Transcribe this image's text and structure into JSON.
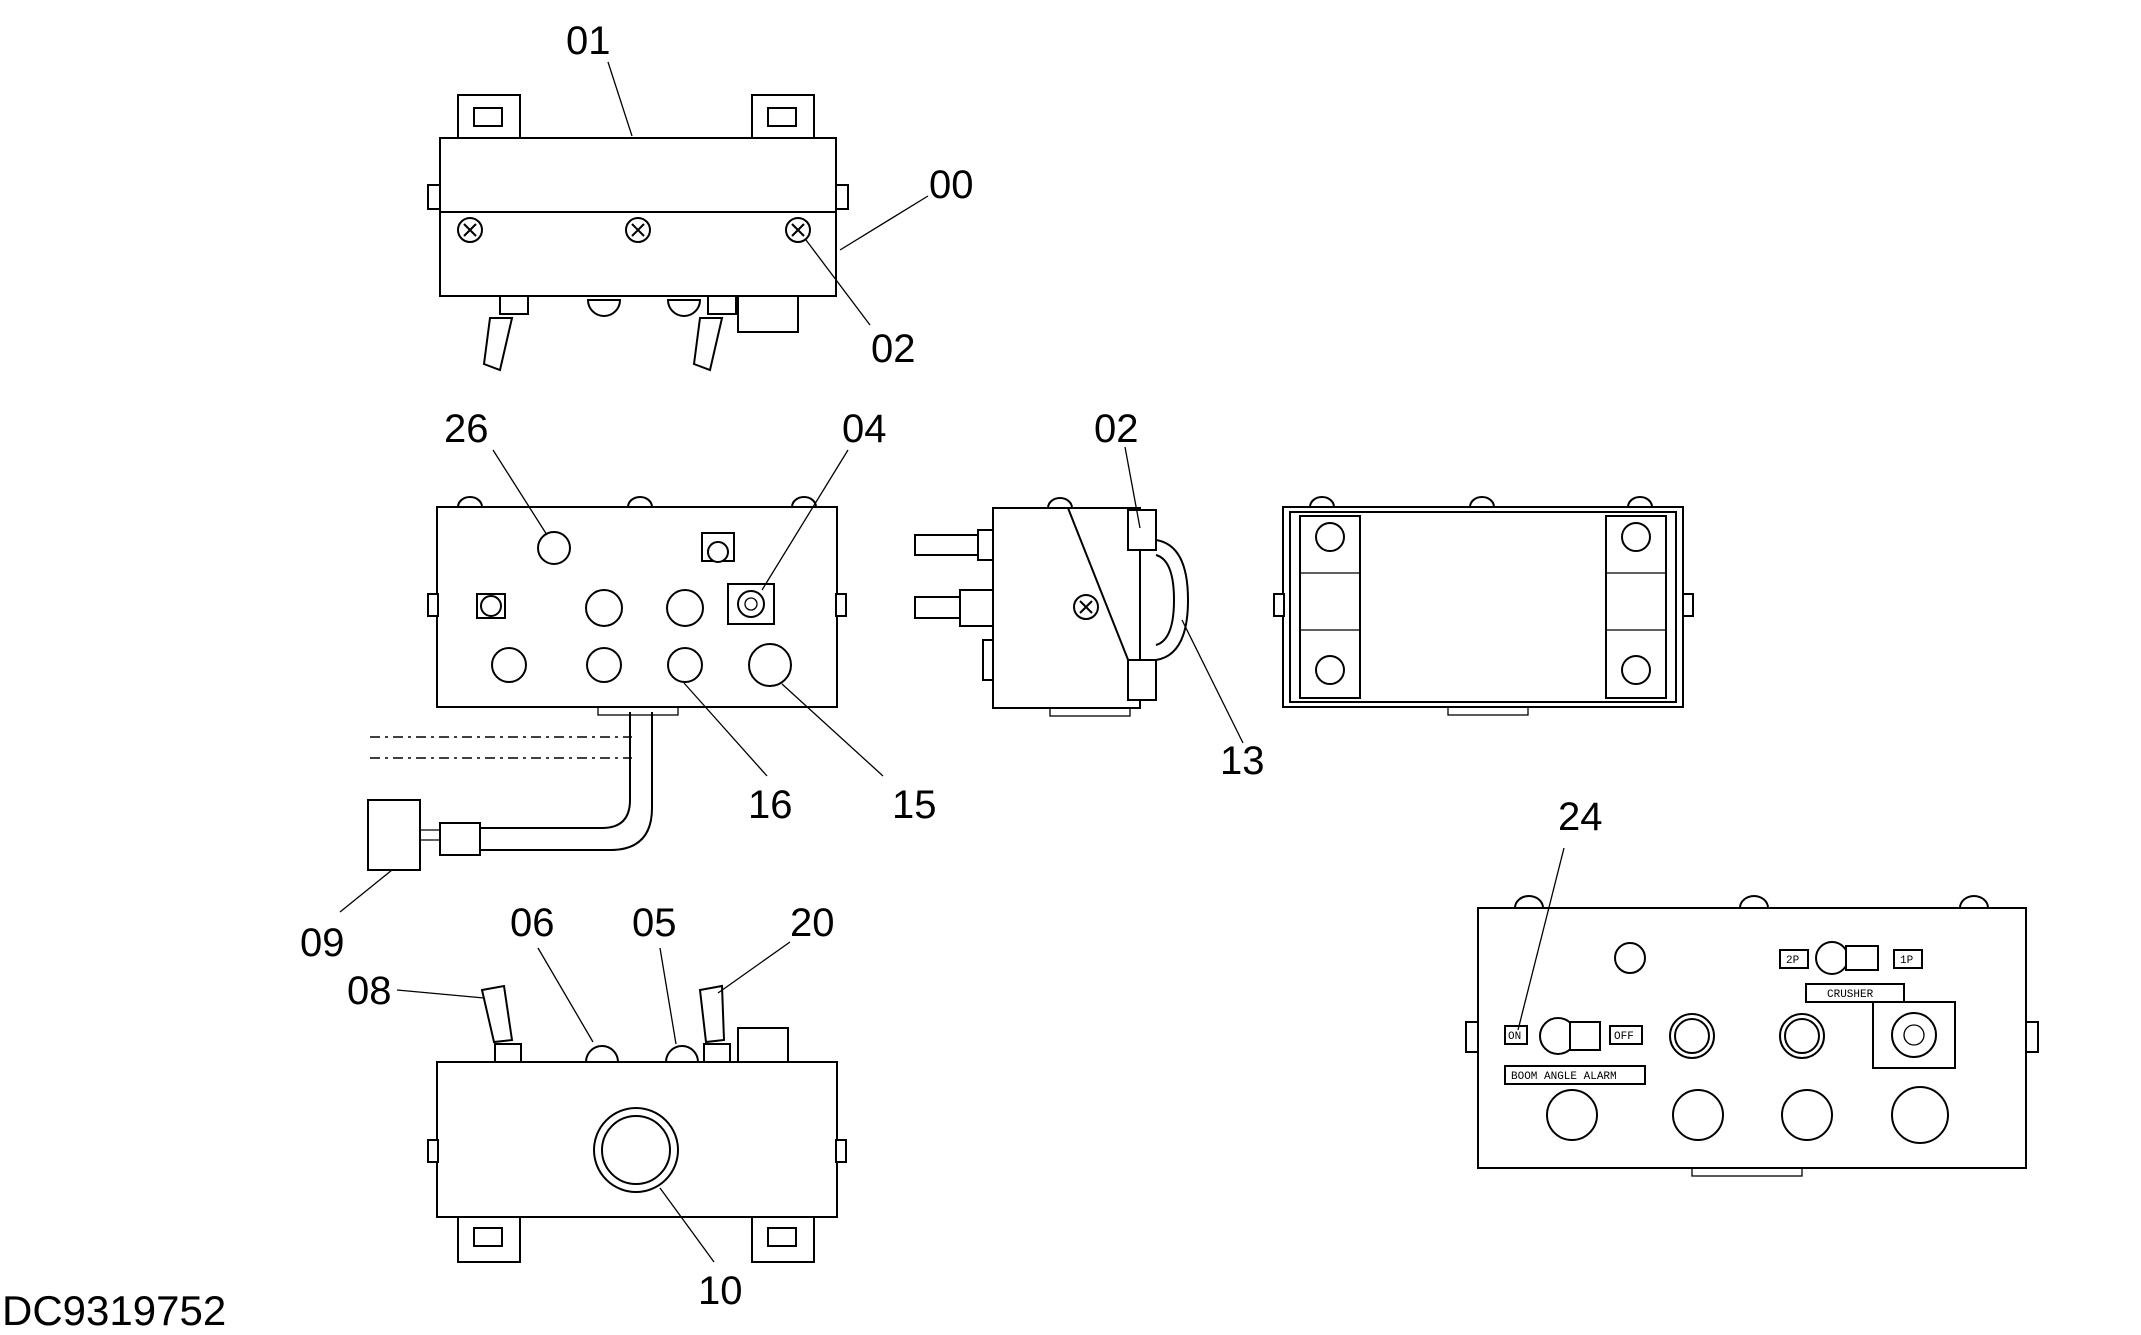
{
  "drawing_code": "DC9319752",
  "callouts": {
    "c00": "00",
    "c01": "01",
    "c02a": "02",
    "c02b": "02",
    "c04": "04",
    "c05": "05",
    "c06": "06",
    "c08": "08",
    "c09": "09",
    "c10": "10",
    "c13": "13",
    "c15": "15",
    "c16": "16",
    "c20": "20",
    "c24": "24",
    "c26": "26"
  },
  "panel_text": {
    "pos_2p": "2P",
    "pos_1p": "1P",
    "crusher": "CRUSHER",
    "on": "ON",
    "off": "OFF",
    "boom_angle_alarm": "BOOM ANGLE ALARM"
  }
}
